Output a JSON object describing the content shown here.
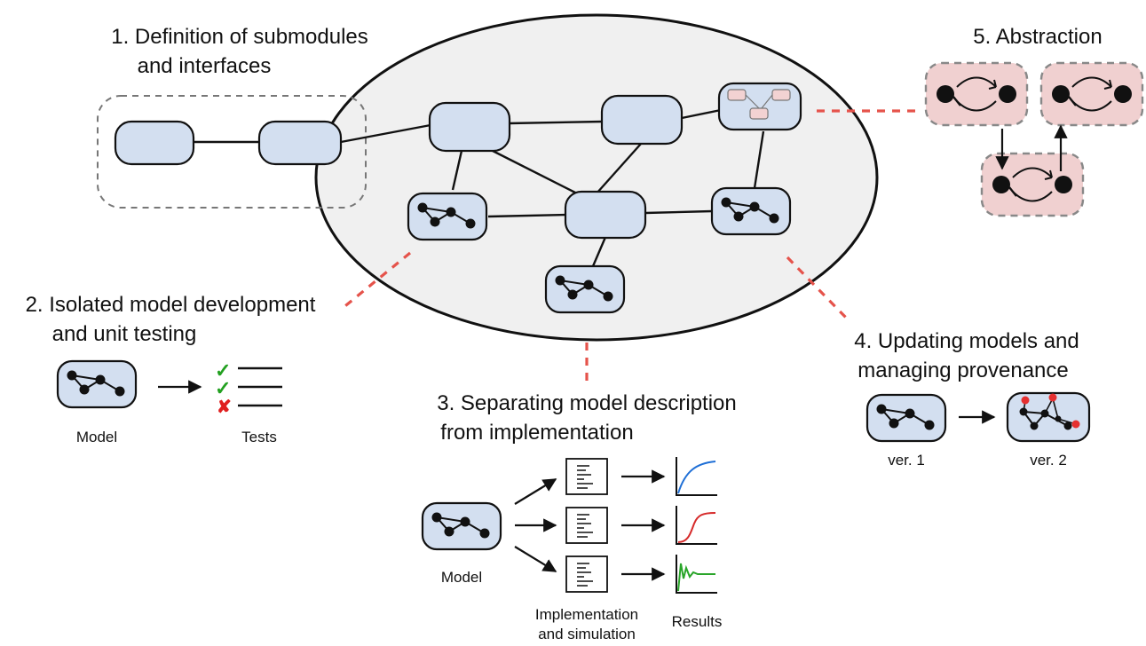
{
  "labels": {
    "step1_line1": "1. Definition of submodules",
    "step1_line2": "and interfaces",
    "step2_line1": "2. Isolated model development",
    "step2_line2": "and unit testing",
    "step2_model": "Model",
    "step2_tests": "Tests",
    "step3_line1": "3. Separating model description",
    "step3_line2": "from implementation",
    "step3_model": "Model",
    "step3_impl_line1": "Implementation",
    "step3_impl_line2": "and simulation",
    "step3_results": "Results",
    "step4_line1": "4. Updating models and",
    "step4_line2": "managing provenance",
    "step4_ver1": "ver. 1",
    "step4_ver2": "ver. 2",
    "step5": "5. Abstraction"
  },
  "test_results": [
    "pass",
    "pass",
    "fail"
  ],
  "result_curves": [
    {
      "shape": "saturating",
      "color": "#1f6fd6"
    },
    {
      "shape": "sigmoid",
      "color": "#d62a2a"
    },
    {
      "shape": "oscillating",
      "color": "#2aa52a"
    }
  ],
  "colors": {
    "module_fill": "#d3dff0",
    "ellipse_fill": "#f0f0f0",
    "abstraction_fill": "#f0d0d0",
    "connector_dash": "#e5534b",
    "pass_check": "#22a020",
    "fail_cross": "#e02020",
    "new_node": "#e53030"
  },
  "icons": [
    "check-icon",
    "cross-icon",
    "document-icon",
    "arrow-right-icon",
    "network-icon"
  ]
}
